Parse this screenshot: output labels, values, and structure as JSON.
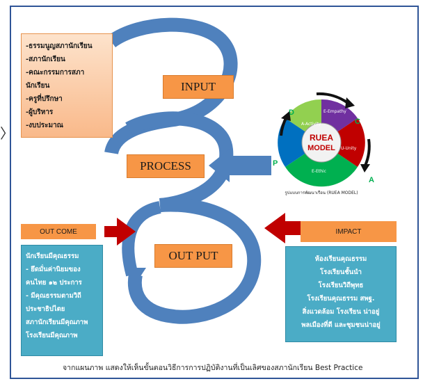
{
  "input_items": [
    "-ธรรมนูญสภานักเรียน",
    "-สภานักเรียน",
    "-คณะกรรมการสภา",
    "นักเรียน",
    "-ครูที่ปรึกษา",
    "-ผู้บริหาร",
    "-งบประมาณ"
  ],
  "stages": {
    "input": "INPUT",
    "process": "PROCESS",
    "output": "OUT PUT"
  },
  "outcome": {
    "label": "OUT COME",
    "items": [
      "นักเรียนมีคุณธรรม",
      "- ยึดมั่นค่านิยมของ",
      "คนไทย ๑๒ ประการ",
      "- มีคุณธรรมตามวิถี",
      "ประชาธิปไตย",
      "สภานักเรียนมีคุณภาพ",
      "โรงเรียนมีคุณภาพ"
    ]
  },
  "impact": {
    "label": "IMPACT",
    "items": [
      "ห้องเรียนคุณธรรม",
      "โรงเรียนชั้นนำ",
      "โรงเรียนวิถีพุทธ",
      "โรงเรียนคุณธรรม สพฐ.",
      "สิ่งแวดล้อม โรงเรียน น่าอยู่",
      "พลเมืองที่ดี และชุมชนน่าอยู่"
    ]
  },
  "rueamodel": {
    "center_top": "RUEA",
    "center_bottom": "MODEL",
    "letters": [
      "D",
      "C",
      "A",
      "P"
    ],
    "segments": [
      "A-Activity",
      "E-Empathy",
      "U-Unity",
      "E-Ethic"
    ],
    "caption": "รูปแบบการพัฒนาเรือน (RUEA MODEL)"
  },
  "caption": "จากแผนภาพ แสดงให้เห็นขั้นตอนวิธีการการปฏิบัติงานที่เป็นเลิศของสภานักเรียน Best Practice",
  "colors": {
    "flow_blue": "#4f81bd",
    "frame": "#2f5597",
    "stage_orange": "#f79646",
    "panel_teal": "#4bacc6",
    "arrow_red": "#c00000"
  }
}
